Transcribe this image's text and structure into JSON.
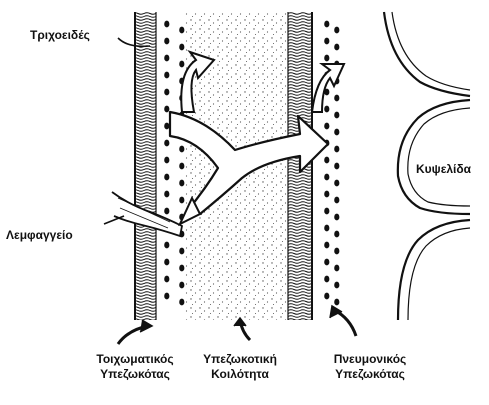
{
  "labels": {
    "capillaries": "Τριχοειδές",
    "lymphatic": "Λεμφαγγείο",
    "alveolus": "Κυψελίδα",
    "parietal_line1": "Τοιχωματικός",
    "parietal_line2": "Υπεζωκότας",
    "cavity_line1": "Υπεζωκοτική",
    "cavity_line2": "Κοιλότητα",
    "visceral_line1": "Πνευμονικός",
    "visceral_line2": "Υπεζωκότας"
  },
  "colors": {
    "ink": "#111111",
    "background": "#ffffff",
    "stipple": "#555555"
  },
  "icons": [
    "curved-arrow-icon",
    "fluid-flow-arrow-icon"
  ]
}
